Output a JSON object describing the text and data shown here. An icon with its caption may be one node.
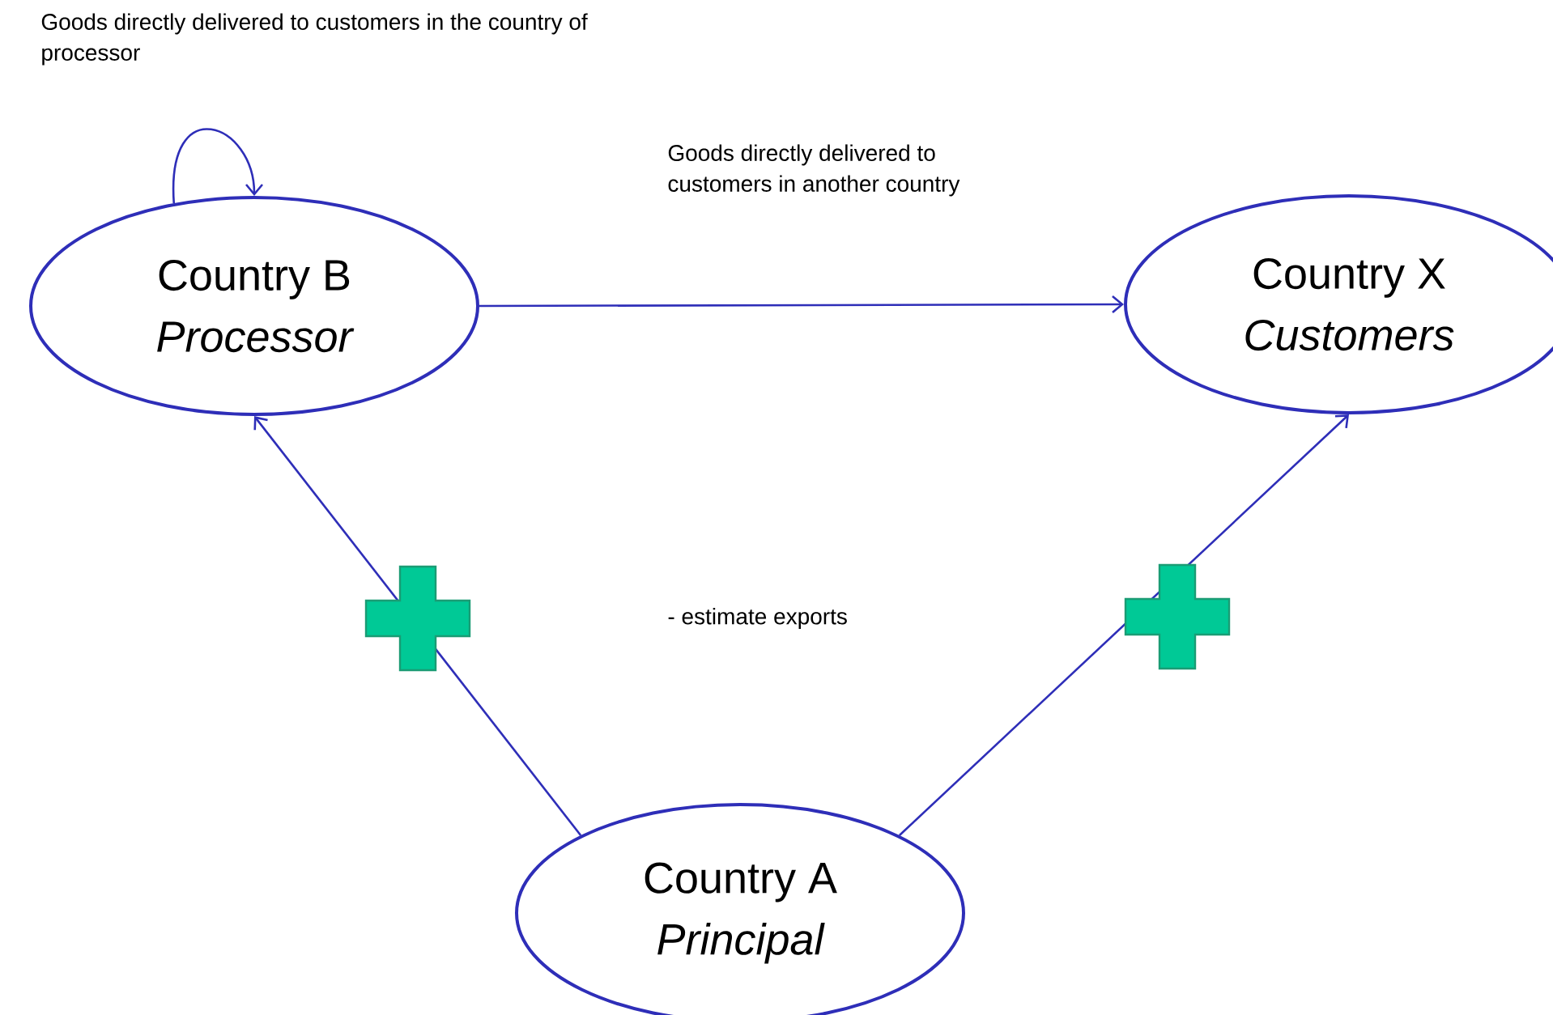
{
  "diagram": {
    "nodes": [
      {
        "text": [
          "Country B",
          "Processor"
        ]
      },
      {
        "text": [
          "Country X",
          "Customers"
        ]
      },
      {
        "text": [
          "Country A",
          "Principal"
        ]
      }
    ],
    "edges": [
      {
        "from": 0,
        "to": 0,
        "arrow": "to",
        "label": "Goods directly delivered to customers in the country of processor"
      },
      {
        "from": 0,
        "to": 1,
        "arrow": "to",
        "label": "Goods directly delivered to customers in another country"
      },
      {
        "from": 2,
        "to": 0,
        "arrow": "to"
      },
      {
        "from": 2,
        "to": 1,
        "arrow": "to"
      }
    ],
    "labels": [
      "- estimate exports"
    ]
  }
}
